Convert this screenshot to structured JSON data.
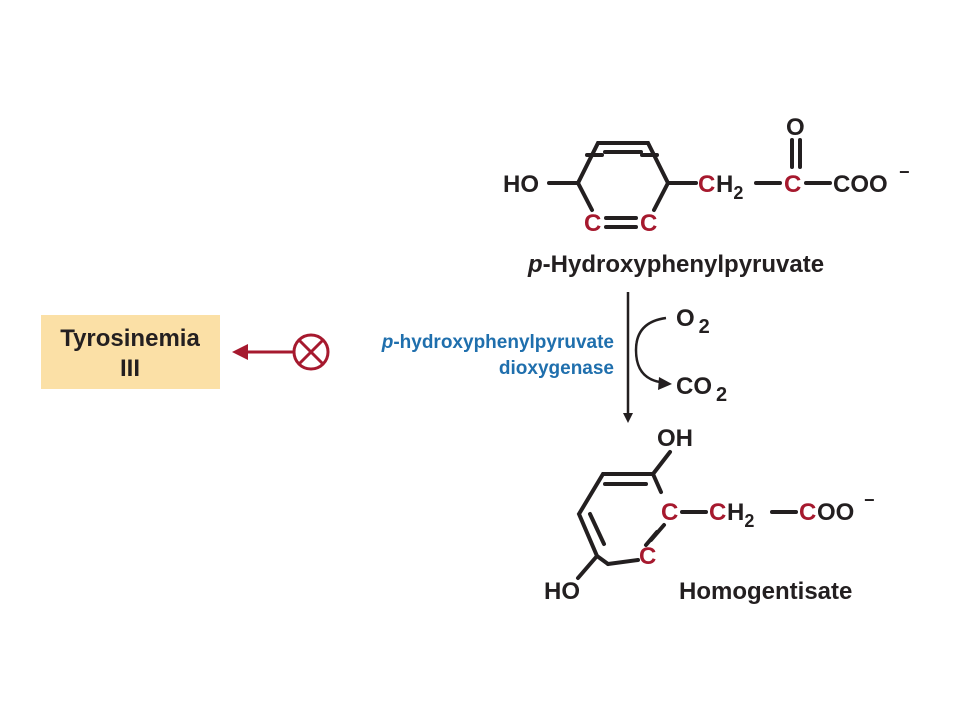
{
  "colors": {
    "text": "#231f20",
    "carbon_highlight": "#a6192e",
    "enzyme_label": "#1f6fad",
    "inhibition": "#a6192e",
    "disease_box": "#fbe0a6"
  },
  "substrate": {
    "ho": "HO",
    "c_ring_left": "C",
    "c_ring_right": "C",
    "c_ch2": "C",
    "h2": "H",
    "h2_sub": "2",
    "c_carbonyl": "C",
    "coo": "COO",
    "charge": "−",
    "o_carbonyl": "O",
    "name_prefix": "p",
    "name": "-Hydroxyphenylpyruvate"
  },
  "enzyme": {
    "prefix": "p",
    "line1": "-hydroxyphenylpyruvate",
    "line2": "dioxygenase"
  },
  "cosubstrates": {
    "o2": "O",
    "o2_sub": "2",
    "co2": "CO",
    "co2_sub": "2"
  },
  "disease": {
    "line1": "Tyrosinemia",
    "line2": "III"
  },
  "product": {
    "oh": "OH",
    "ho": "HO",
    "c_ring_a": "C",
    "c_ring_b": "C",
    "c_ch2": "C",
    "h2": "H",
    "h2_sub": "2",
    "c_coo": "C",
    "oo": "OO",
    "charge": "−",
    "name": "Homogentisate"
  },
  "icons": {
    "block": "inhibition-circle-x-icon",
    "reaction_arrow": "arrow-down",
    "disease_arrow": "arrow-left"
  }
}
